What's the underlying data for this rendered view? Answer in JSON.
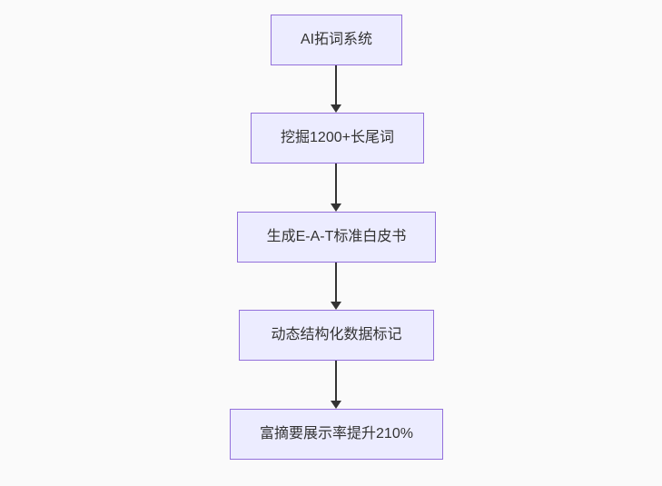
{
  "colors": {
    "background": "#FAFAFA",
    "node_fill": "#ECECFF",
    "node_border": "#9370DB",
    "arrow": "#333333",
    "text": "#333333"
  },
  "flowchart": {
    "direction": "top-down",
    "nodes": [
      {
        "label": "AI拓词系统"
      },
      {
        "label": "挖掘1200+长尾词"
      },
      {
        "label": "生成E-A-T标准白皮书"
      },
      {
        "label": "动态结构化数据标记"
      },
      {
        "label": "富摘要展示率提升210%"
      }
    ],
    "edges": [
      {
        "from": 0,
        "to": 1
      },
      {
        "from": 1,
        "to": 2
      },
      {
        "from": 2,
        "to": 3
      },
      {
        "from": 3,
        "to": 4
      }
    ]
  }
}
